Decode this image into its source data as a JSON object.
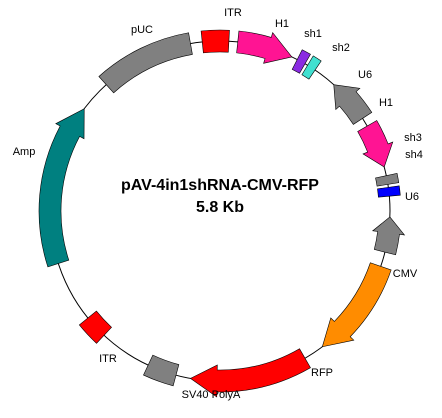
{
  "plasmid": {
    "name": "pAV-4in1shRNA-CMV-RFP",
    "size": "5.8 Kb"
  },
  "features": [
    {
      "id": "puc",
      "label": "pUC",
      "start": 318,
      "end": 350,
      "color": "#808080",
      "arrow": false
    },
    {
      "id": "itr1",
      "label": "ITR",
      "start": 354,
      "end": 363,
      "color": "#ff0000",
      "arrow": false
    },
    {
      "id": "h1a",
      "label": "H1",
      "start": 6,
      "end": 25,
      "color": "#ff1493",
      "arrow": true,
      "direction": "cw"
    },
    {
      "id": "sh1",
      "label": "sh1",
      "start": 27,
      "end": 30,
      "color": "#8a2be2",
      "arrow": false
    },
    {
      "id": "sh2",
      "label": "sh2",
      "start": 31,
      "end": 34,
      "color": "#40e0d0",
      "arrow": false
    },
    {
      "id": "u6a",
      "label": "U6",
      "start": 42,
      "end": 57,
      "color": "#808080",
      "arrow": true,
      "direction": "ccw"
    },
    {
      "id": "h1b",
      "label": "H1",
      "start": 60,
      "end": 75,
      "color": "#ff1493",
      "arrow": true,
      "direction": "cw"
    },
    {
      "id": "sh3",
      "label": "sh3",
      "start": 78,
      "end": 81,
      "color": "#808080",
      "arrow": false
    },
    {
      "id": "sh4",
      "label": "sh4",
      "start": 82,
      "end": 85,
      "color": "#0000ff",
      "arrow": false
    },
    {
      "id": "u6b",
      "label": "U6",
      "start": 92,
      "end": 104,
      "color": "#808080",
      "arrow": true,
      "direction": "ccw"
    },
    {
      "id": "cmv",
      "label": "CMV",
      "start": 109,
      "end": 143,
      "color": "#ff8c00",
      "arrow": true,
      "direction": "cw"
    },
    {
      "id": "rfp",
      "label": "RFP",
      "start": 150,
      "end": 190,
      "color": "#ff0000",
      "arrow": true,
      "direction": "cw"
    },
    {
      "id": "sv40",
      "label": "SV40 PolyA",
      "start": 195,
      "end": 205,
      "color": "#808080",
      "arrow": false
    },
    {
      "id": "itr2",
      "label": "ITR",
      "start": 223,
      "end": 231,
      "color": "#ff0000",
      "arrow": false
    },
    {
      "id": "amp",
      "label": "Amp",
      "start": 252,
      "end": 307,
      "color": "#008080",
      "arrow": true,
      "direction": "cw"
    }
  ]
}
